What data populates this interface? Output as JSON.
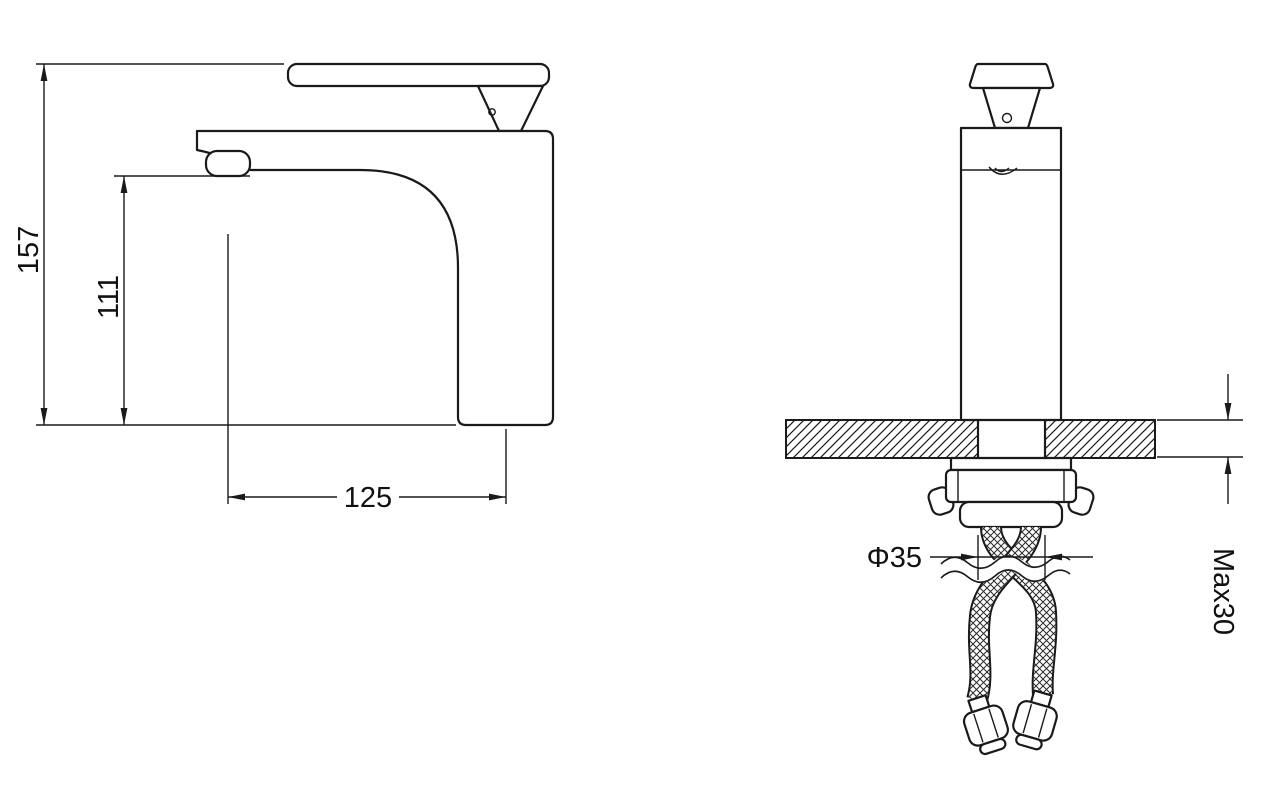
{
  "drawing": {
    "type": "technical-dimension-diagram",
    "views": {
      "side_view": {
        "name": "faucet-side-profile",
        "dims": {
          "overall_height": "157",
          "outlet_height": "111",
          "spout_reach": "125"
        }
      },
      "front_view": {
        "name": "faucet-front-installation",
        "dims": {
          "hole_diameter": "Φ35",
          "max_counter_thickness": "Max30"
        }
      }
    },
    "colors": {
      "line": "#1a1a1a",
      "background": "#ffffff"
    }
  }
}
